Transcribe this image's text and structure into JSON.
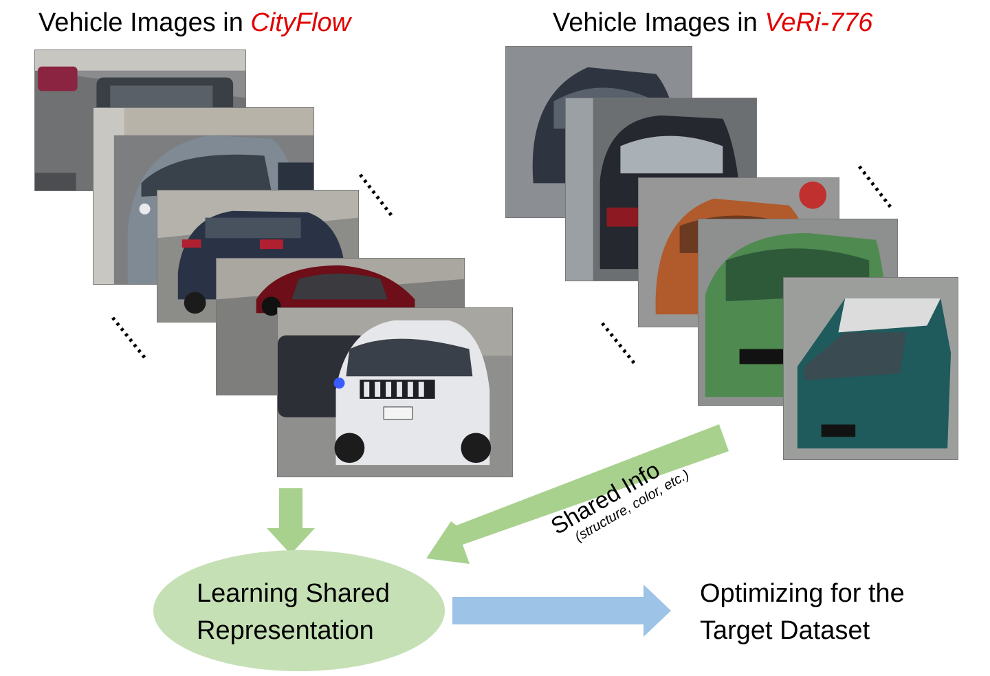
{
  "titles": {
    "left_prefix": "Vehicle Images in ",
    "left_dataset": "CityFlow",
    "right_prefix": "Vehicle Images in ",
    "right_dataset": "VeRi-776"
  },
  "shared_info": {
    "label": "Shared Info",
    "detail": "(structure, color, etc.)"
  },
  "center_node": {
    "line1": "Learning Shared",
    "line2": "Representation"
  },
  "output_node": {
    "line1": "Optimizing for the",
    "line2": "Target Dataset"
  },
  "colors": {
    "dataset_highlight": "#e00000",
    "green_arrow": "#a9d18e",
    "ellipse_fill": "#c5e0b4",
    "blue_arrow": "#9dc3e6"
  },
  "icons": [
    "vehicle-photo",
    "ellipsis-dots",
    "down-arrow",
    "diagonal-arrow",
    "right-arrow"
  ]
}
